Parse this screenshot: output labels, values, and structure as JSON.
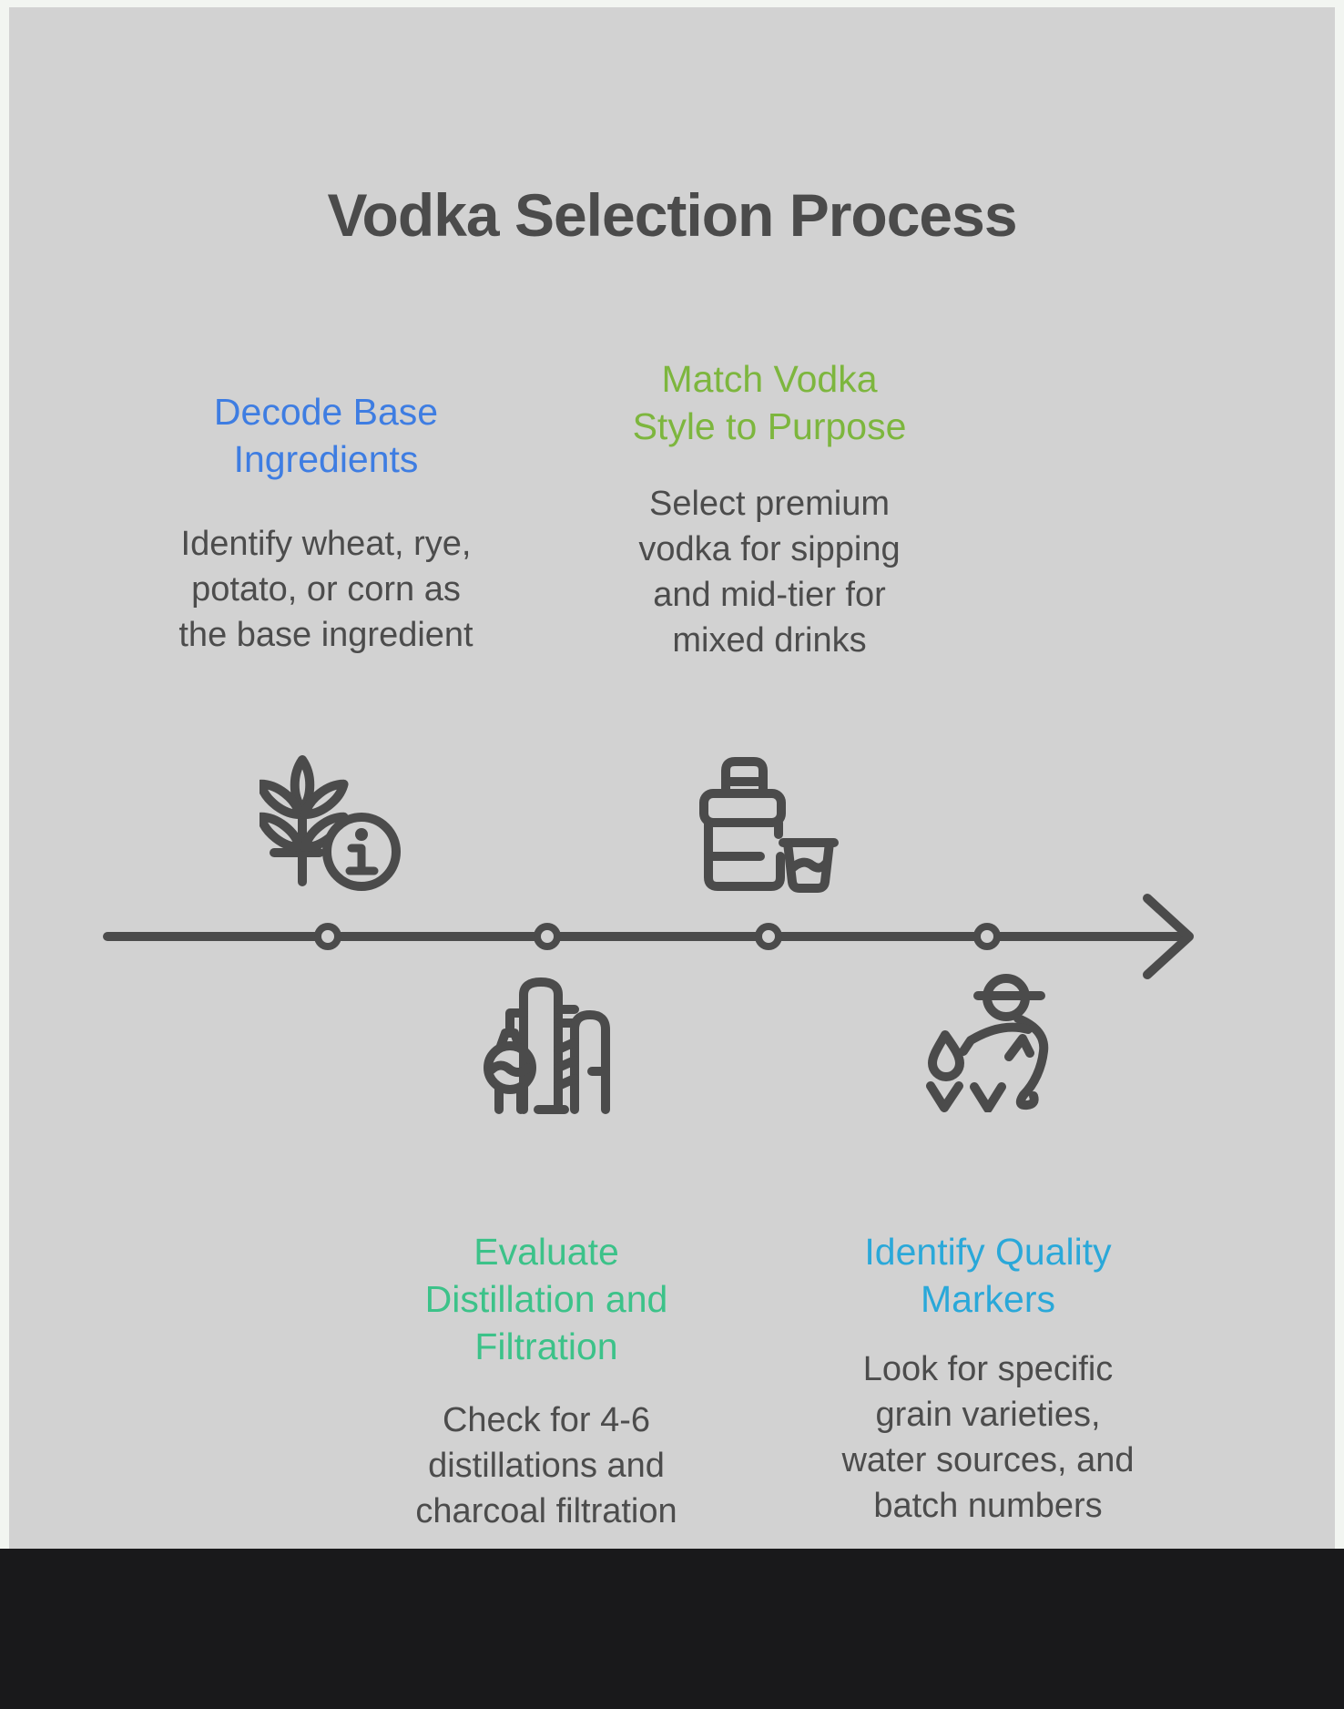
{
  "infographic": {
    "title": "Vodka Selection Process",
    "layout": "horizontal-timeline",
    "colors": {
      "background": "#d2d2d2",
      "outer_border": "#f2f5f1",
      "footer_bar": "#19191b",
      "title_text": "#4b4b4b",
      "body_text": "#4c4c4c",
      "icon_stroke": "#4b4b4b",
      "timeline_stroke": "#4b4b4b"
    },
    "timeline": {
      "direction": "left-to-right",
      "node_count": 4
    },
    "steps": [
      {
        "name": "Decode Base Ingredients",
        "accent": "#3e7de2",
        "icon": "wheat-info-icon",
        "side": "above",
        "title_lines": [
          "Decode Base",
          "Ingredients"
        ],
        "desc_lines": [
          "Identify wheat, rye,",
          "potato, or corn as",
          "the base ingredient"
        ]
      },
      {
        "name": "Match Vodka Style to Purpose",
        "accent": "#7db63e",
        "icon": "vodka-bottle-glass-icon",
        "side": "above",
        "title_lines": [
          "Match Vodka",
          "Style to Purpose"
        ],
        "desc_lines": [
          "Select premium",
          "vodka for sipping",
          "and mid-tier for",
          "mixed drinks"
        ]
      },
      {
        "name": "Evaluate Distillation and Filtration",
        "accent": "#3cc289",
        "icon": "distillation-column-icon",
        "side": "below",
        "title_lines": [
          "Evaluate",
          "Distillation and",
          "Filtration"
        ],
        "desc_lines": [
          "Check for 4-6",
          "distillations and",
          "charcoal filtration"
        ]
      },
      {
        "name": "Identify Quality Markers",
        "accent": "#2aa8d9",
        "icon": "quality-inspector-icon",
        "side": "below",
        "title_lines": [
          "Identify Quality",
          "Markers"
        ],
        "desc_lines": [
          "Look for specific",
          "grain varieties,",
          "water sources, and",
          "batch numbers"
        ]
      }
    ]
  }
}
